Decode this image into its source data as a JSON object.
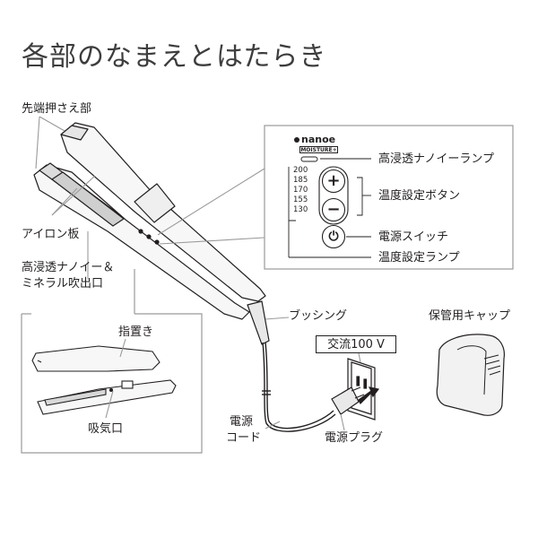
{
  "title": "各部のなまえとはたらき",
  "labels": {
    "tip_press": "先端押さえ部",
    "iron_plate": "アイロン板",
    "nanoe_outlet_line1": "高浸透ナノイー＆",
    "nanoe_outlet_line2": "ミネラル吹出口",
    "finger_rest": "指置き",
    "air_intake": "吸気口",
    "nanoe_lamp": "高浸透ナノイーランプ",
    "temp_buttons": "温度設定ボタン",
    "power_switch": "電源スイッチ",
    "temp_lamp": "温度設定ランプ",
    "bushing": "ブッシング",
    "voltage": "交流100 V",
    "power_cord_line1": "電源",
    "power_cord_line2": "コード",
    "power_plug": "電源プラグ",
    "storage_cap": "保管用キャップ"
  },
  "control_panel": {
    "brand": "nanoe",
    "brand_sub": "MOISTURE+",
    "temperatures": [
      "200",
      "185",
      "170",
      "155",
      "130"
    ],
    "plus_symbol": "+",
    "minus_symbol": "−",
    "power_symbol": "⏻"
  },
  "colors": {
    "line": "#231f20",
    "body_fill": "#f7f7f7",
    "plate_fill": "#d9d9d9",
    "frame": "#9a9a9a"
  }
}
